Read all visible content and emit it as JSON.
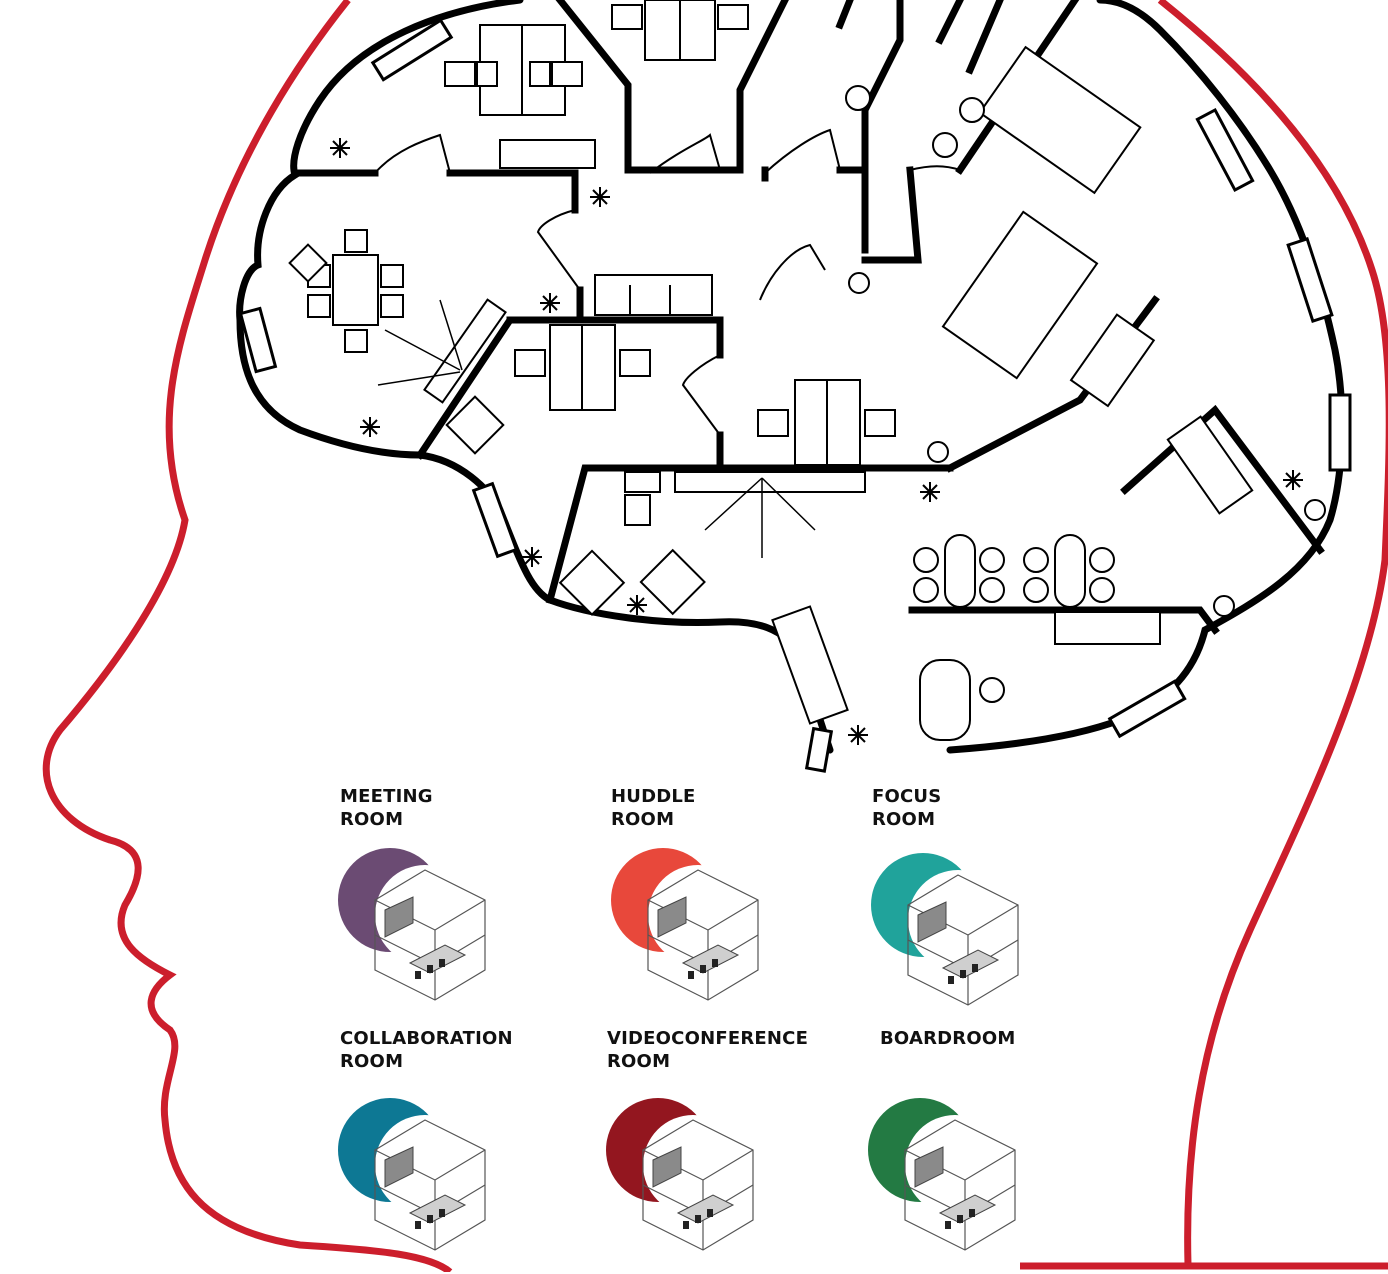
{
  "colors": {
    "head_outline": "#cc1e2c",
    "wall": "#000000",
    "furniture": "#000000",
    "background": "#ffffff"
  },
  "rooms": [
    {
      "id": "meeting",
      "line1": "MEETING",
      "line2": "ROOM",
      "color": "#6b4b73",
      "icon": "meeting-room-icon"
    },
    {
      "id": "huddle",
      "line1": "HUDDLE",
      "line2": "ROOM",
      "color": "#e8483b",
      "icon": "huddle-room-icon"
    },
    {
      "id": "focus",
      "line1": "FOCUS",
      "line2": "ROOM",
      "color": "#20a39b",
      "icon": "focus-room-icon"
    },
    {
      "id": "collaboration",
      "line1": "COLLABORATION",
      "line2": "ROOM",
      "color": "#0d7894",
      "icon": "collaboration-room-icon"
    },
    {
      "id": "videoconference",
      "line1": "VIDEOCONFERENCE",
      "line2": "ROOM",
      "color": "#93161f",
      "icon": "videoconference-room-icon"
    },
    {
      "id": "boardroom",
      "line1": "BOARDROOM",
      "line2": "",
      "color": "#237a43",
      "icon": "boardroom-icon"
    }
  ]
}
